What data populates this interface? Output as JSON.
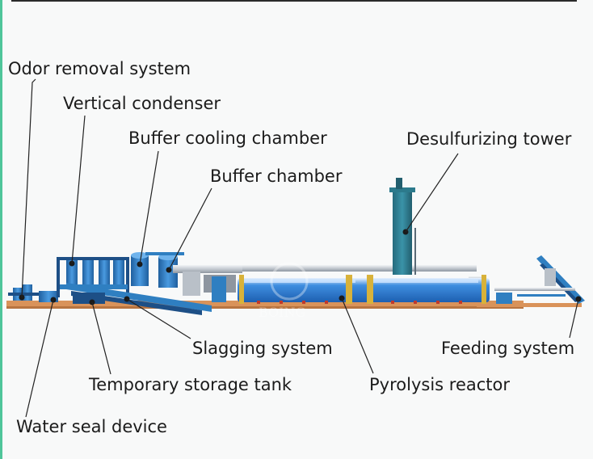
{
  "labels": {
    "odor_removal": "Odor removal system",
    "vertical_condenser": "Vertical condenser",
    "buffer_cooling": "Buffer cooling chamber",
    "buffer_chamber": "Buffer chamber",
    "desulfurizing": "Desulfurizing tower",
    "slagging": "Slagging system",
    "feeding": "Feeding system",
    "temporary_storage": "Temporary storage tank",
    "pyrolysis_reactor": "Pyrolysis reactor",
    "water_seal": "Water seal device"
  },
  "watermark": "BOING",
  "colors": {
    "equipment_blue": "#2f7fc1",
    "dark_blue": "#1d4f86",
    "pipe_gray": "#c9ced4",
    "reactor_body": "#3a7fd3",
    "base_orange": "#d9935a",
    "tower": "#2c7a8c",
    "leader": "#222222"
  }
}
